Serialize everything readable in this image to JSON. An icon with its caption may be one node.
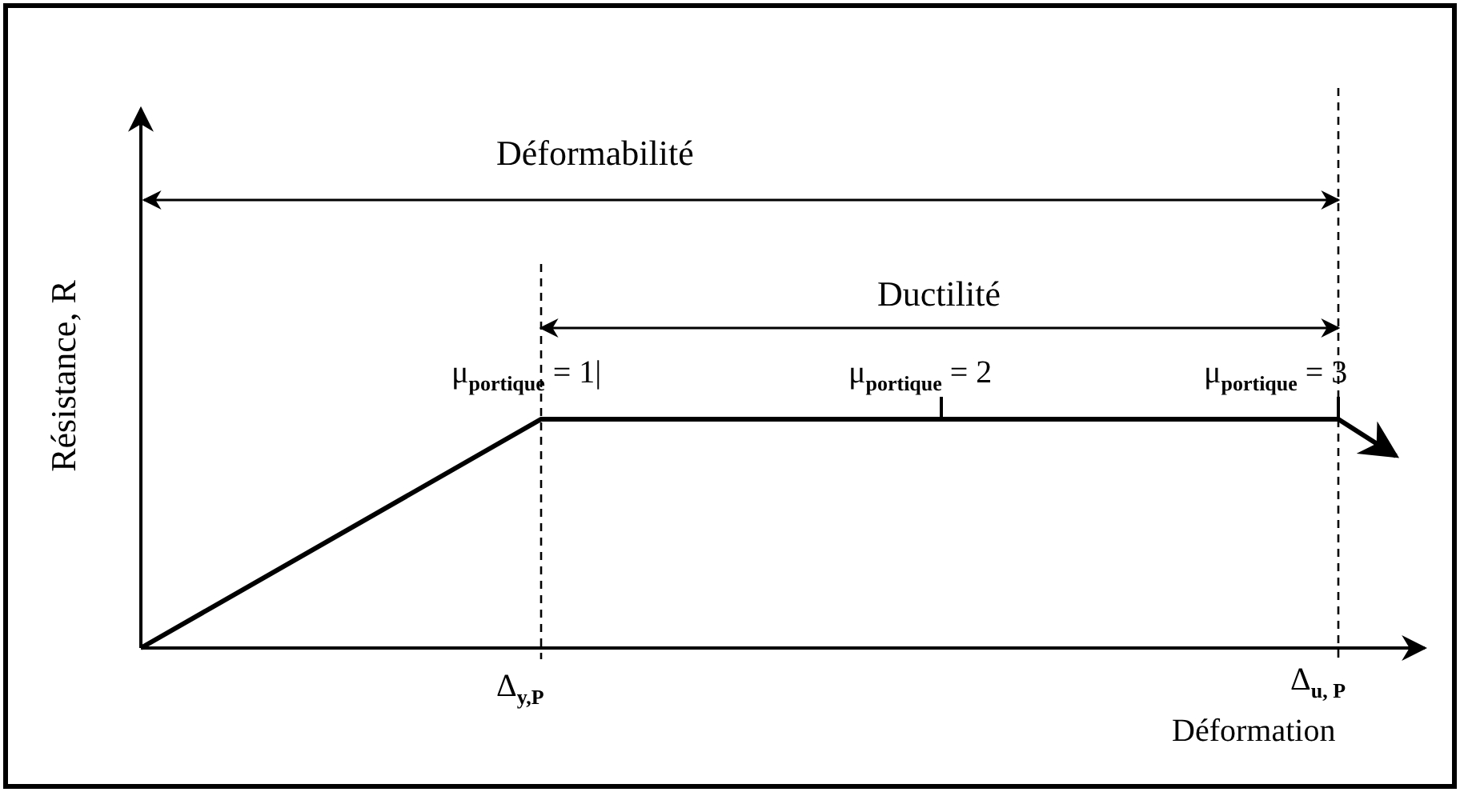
{
  "diagram": {
    "labels": [
      "Déformabilité",
      "Résistance, R",
      "Ductilité",
      "μ$_{portique}$ = 1|",
      "μ$_{portique}$ = 2",
      "μ$_{portique}$ = 3",
      "Δ$_{y,P}$",
      "Δ$_{u, P}$",
      "Déformation"
    ]
  }
}
